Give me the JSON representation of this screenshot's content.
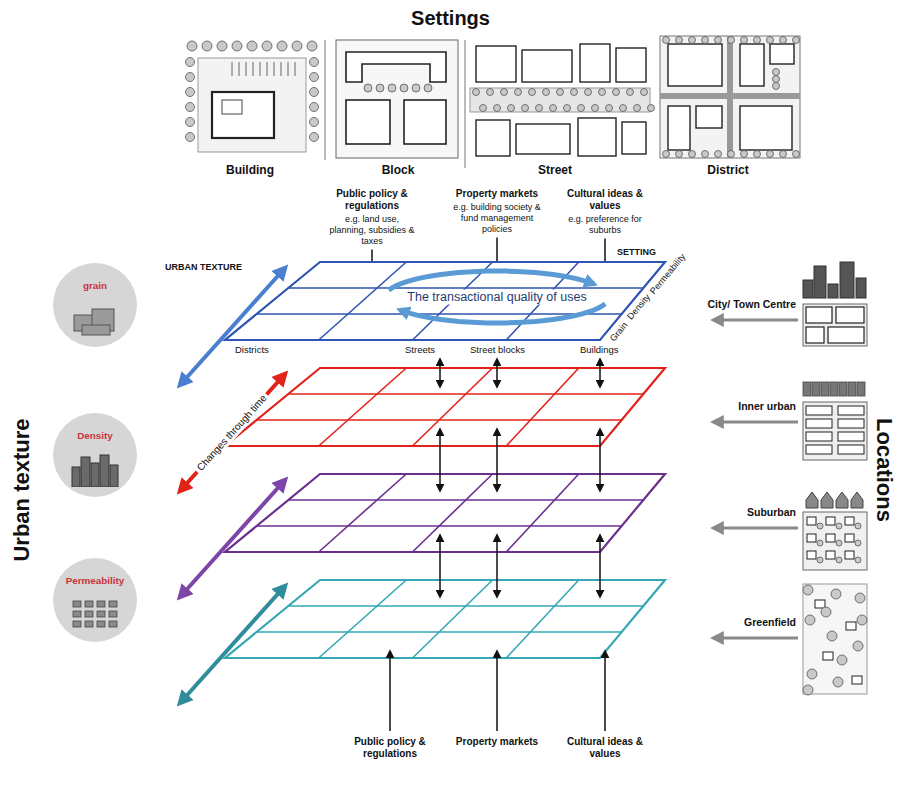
{
  "diagram": {
    "title": "Settings",
    "nodes": [
      {
        "text": [
          "grain"
        ]
      },
      {
        "text": [
          "Density"
        ]
      },
      {
        "text": [
          "Permeability"
        ]
      },
      {
        "text": [
          "The transactional quality of uses",
          "Districts",
          "Streets",
          "Street blocks",
          "Buildings",
          "SETTING",
          "Grain",
          "Density",
          "Permeability"
        ]
      }
    ],
    "labels": [
      "Urban texture",
      "Locations",
      "Building",
      "Block",
      "Street",
      "District",
      "Public policy & regulations",
      "e.g. land use, planning, subsidies & taxes",
      "Property markets",
      "e.g. building society & fund management policies",
      "Cultural ideas & values",
      "e.g. preference for suburbs",
      "URBAN TEXTURE",
      "Changes through time",
      "City/ Town Centre",
      "Inner urban",
      "Suburban",
      "Greenfield",
      "Public policy & regulations",
      "Property markets",
      "Cultural ideas & values"
    ]
  }
}
